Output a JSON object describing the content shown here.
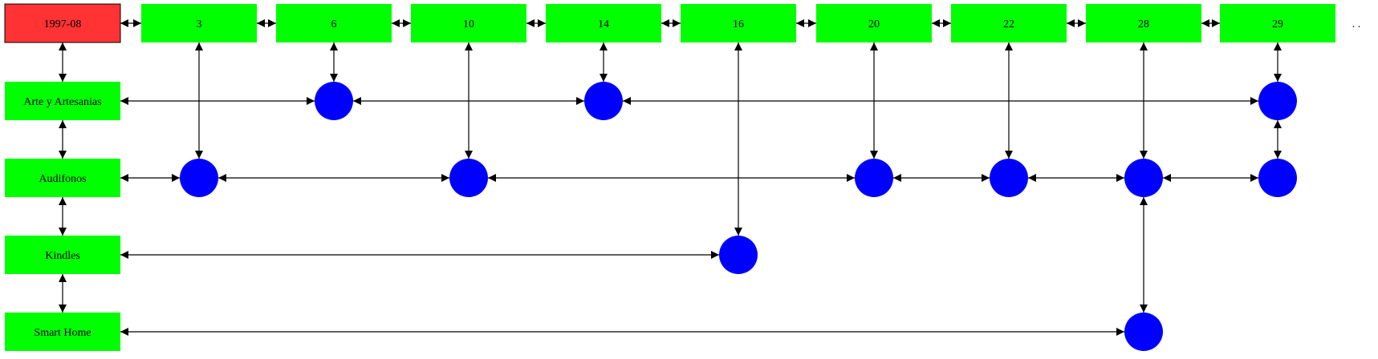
{
  "period_label": "1997-08",
  "days": [
    "3",
    "6",
    "10",
    "14",
    "16",
    "20",
    "22",
    "28",
    "29"
  ],
  "categories": [
    "Arte y Artesanias",
    "Audifonos",
    "Kindles",
    "Smart Home"
  ],
  "nodes": {
    "Arte y Artesanias": [
      "6",
      "14",
      "29"
    ],
    "Audifonos": [
      "3",
      "10",
      "20",
      "22",
      "28",
      "29"
    ],
    "Kindles": [
      "16"
    ],
    "Smart Home": [
      "28"
    ]
  },
  "colors": {
    "period_box": "#ff3333",
    "day_box": "#00ff00",
    "category_box": "#00ff00",
    "node": "#0000ff",
    "edge": "#000000"
  }
}
